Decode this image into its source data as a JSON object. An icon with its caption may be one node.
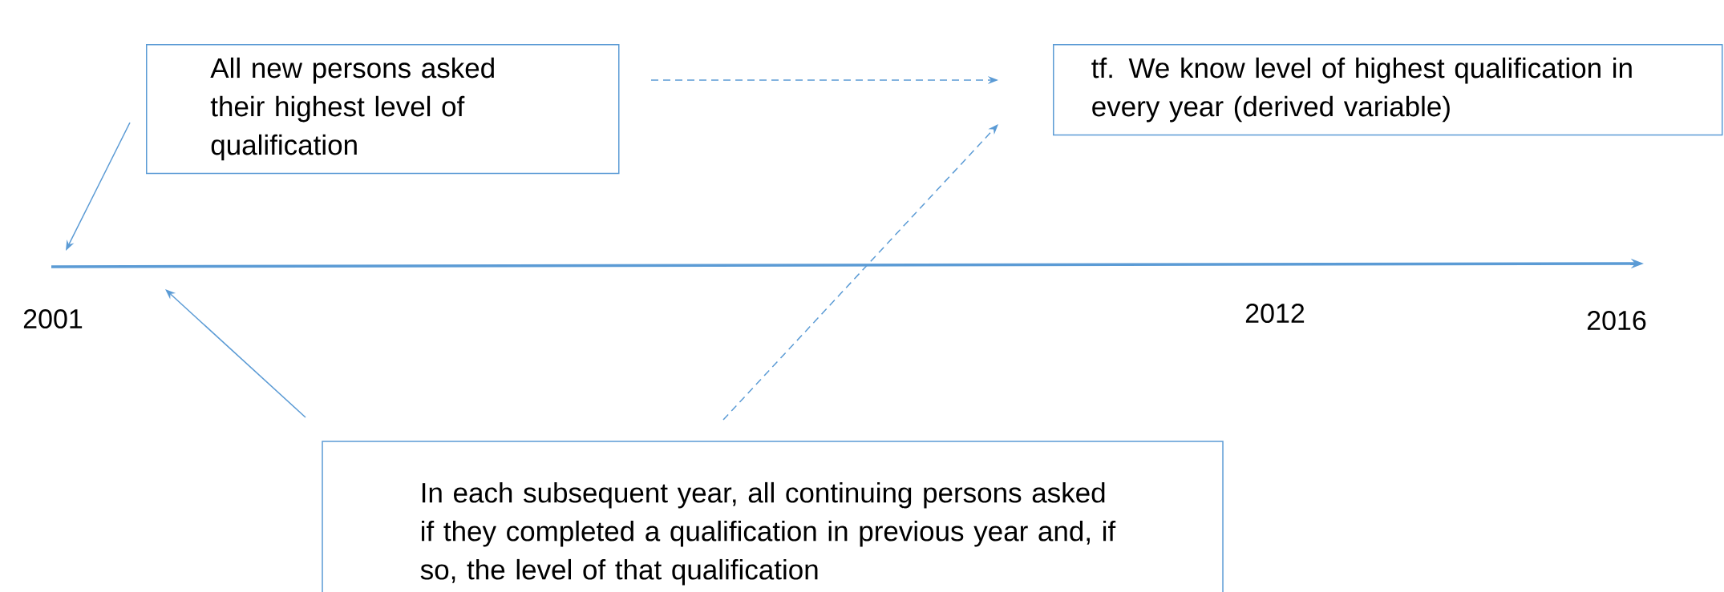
{
  "diagram": {
    "nodes": [
      {
        "text": [
          "All new persons asked their highest level of qualification"
        ]
      },
      {
        "text": [
          "tf. We know level of highest qualification in every year (derived variable)"
        ]
      },
      {
        "text": [
          "In each subsequent year, all continuing persons asked if they completed a qualification in previous year and, if so, the level of that qualification"
        ]
      }
    ],
    "edges": [
      {
        "from": 0,
        "to": null,
        "arrow": "to"
      },
      {
        "from": 2,
        "to": null,
        "arrow": "to"
      },
      {
        "from": 0,
        "to": 1,
        "arrow": "to",
        "style": "dashed"
      },
      {
        "from": 2,
        "to": 1,
        "arrow": "to",
        "style": "dashed"
      }
    ],
    "labels": [
      "2001",
      "2012",
      "2016"
    ]
  }
}
